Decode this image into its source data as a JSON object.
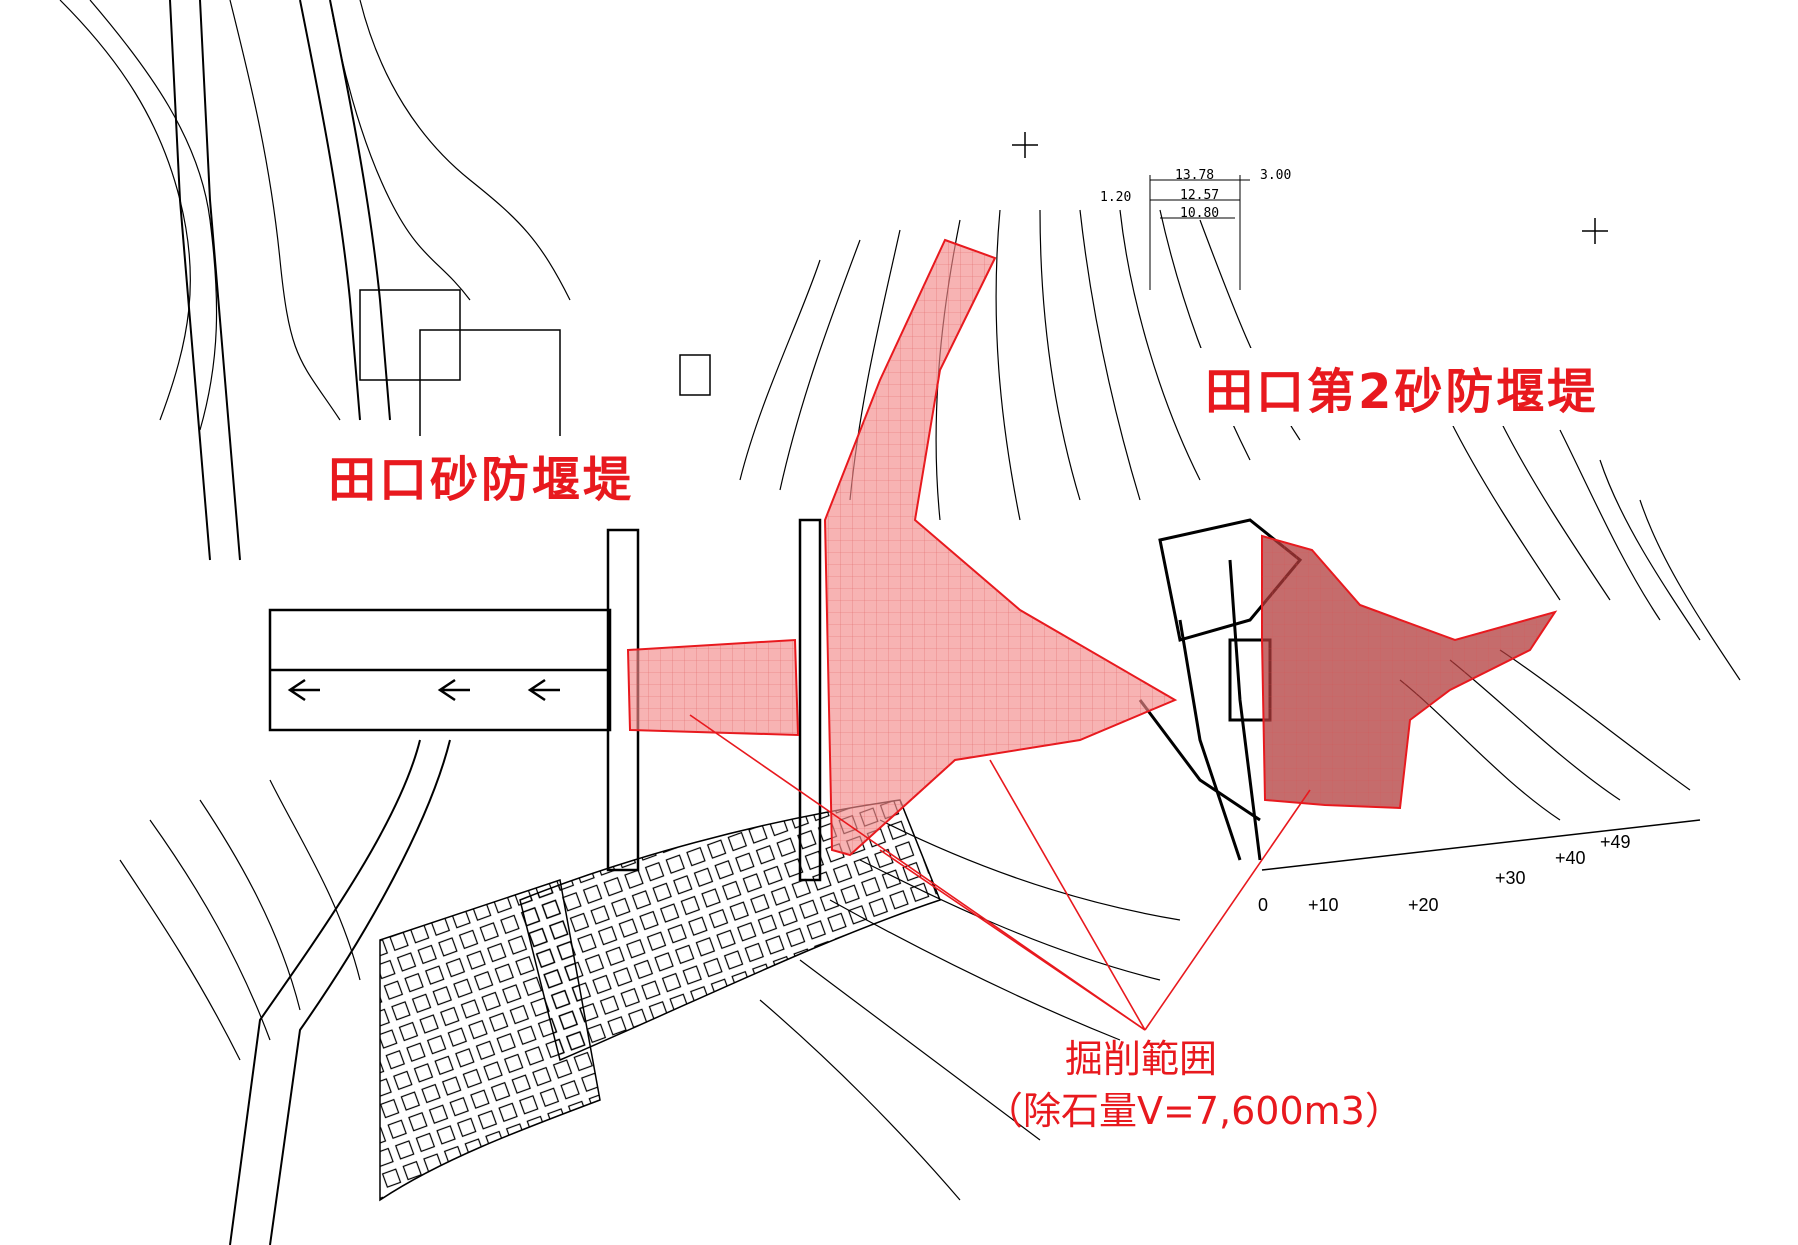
{
  "labels": {
    "dam1": "田口砂防堰堤",
    "dam2": "田口第2砂防堰堤",
    "excavation": "掘削範囲",
    "volume": "（除石量V=7,600m3）"
  },
  "dimensions": {
    "d1": "13.78",
    "d2": "12.57",
    "d3": "10.80",
    "d4": "1.20",
    "d5": "3.00"
  },
  "stations": [
    "0",
    "+10",
    "+20",
    "+30",
    "+40",
    "+49"
  ],
  "colors": {
    "highlight_fill": "#f28b8b",
    "highlight_stroke": "#e8191e",
    "label": "#e8191e",
    "linework": "#000000"
  }
}
